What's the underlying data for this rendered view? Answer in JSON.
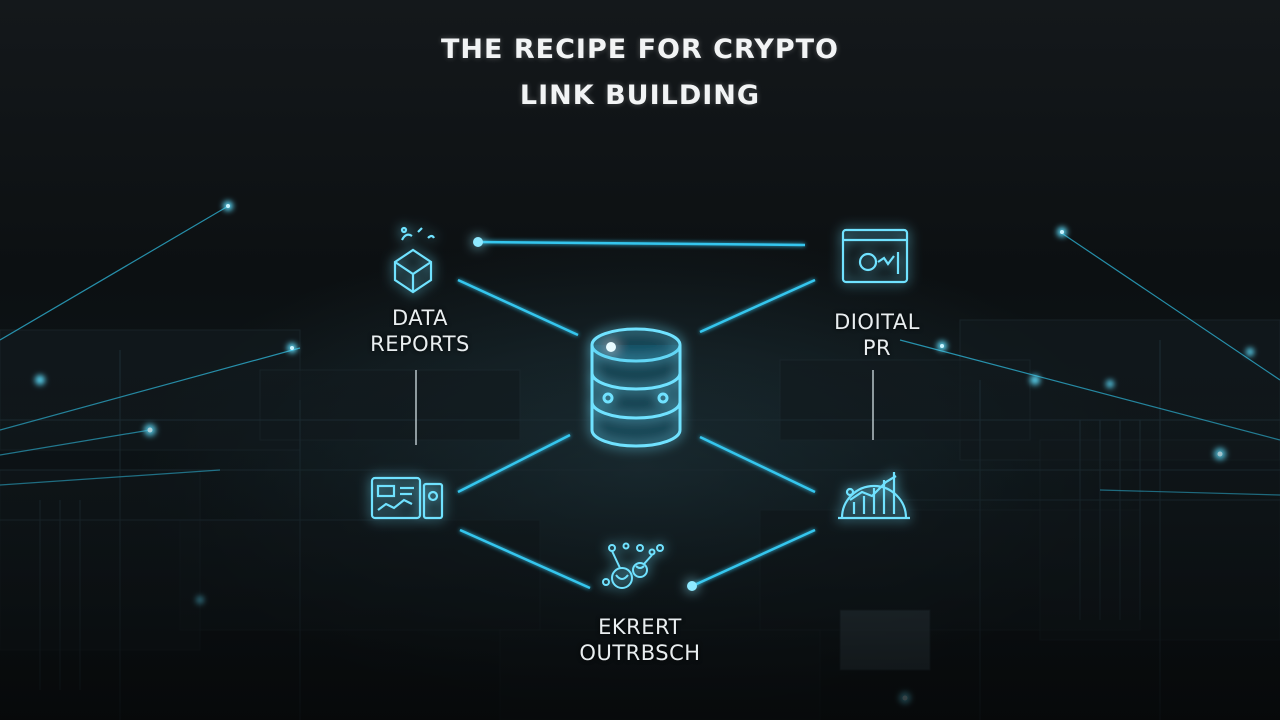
{
  "title": {
    "line1": "THE RECIPE FOR CRYPTO",
    "line2": "LINK BUILDING"
  },
  "nodes": {
    "data_reports": {
      "line1": "DATA",
      "line2": "REPORTS",
      "icon": "hologram-cube-icon"
    },
    "digital_pr": {
      "line1": "DIOITAL",
      "line2": "PR",
      "icon": "browser-window-icon"
    },
    "center": {
      "icon": "database-icon"
    },
    "lower_left": {
      "icon": "dashboard-screen-icon"
    },
    "lower_right": {
      "icon": "growth-chart-icon"
    },
    "expert_outreach": {
      "line1": "EKRERT",
      "line2": "OUTRBSCH",
      "icon": "network-gears-icon"
    }
  },
  "colors": {
    "accent": "#3fd3f5",
    "glow": "#1ec8ff",
    "background": "#0b0f12",
    "text": "#f2f4f5"
  }
}
